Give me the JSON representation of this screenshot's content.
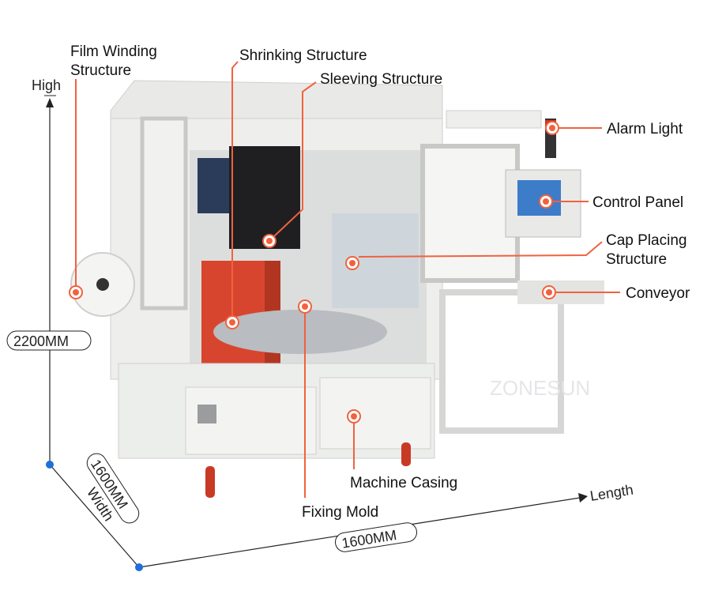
{
  "callouts": {
    "film_winding": [
      "Film Winding",
      "Structure"
    ],
    "shrinking": "Shrinking Structure",
    "sleeving": "Sleeving Structure",
    "alarm_light": "Alarm Light",
    "control_panel": "Control Panel",
    "cap_placing": [
      "Cap Placing",
      "Structure"
    ],
    "conveyor": "Conveyor",
    "machine_casing": "Machine Casing",
    "fixing_mold": "Fixing Mold"
  },
  "dimensions": {
    "height_label": "High",
    "height_value": "2200MM",
    "width_label": "Width",
    "width_value": "1600MM",
    "length_label": "Length",
    "length_value": "1600MM"
  },
  "watermark": "ZONESUN",
  "colors": {
    "callout": "#f0623f",
    "dimension_dot": "#1e6fd9"
  }
}
